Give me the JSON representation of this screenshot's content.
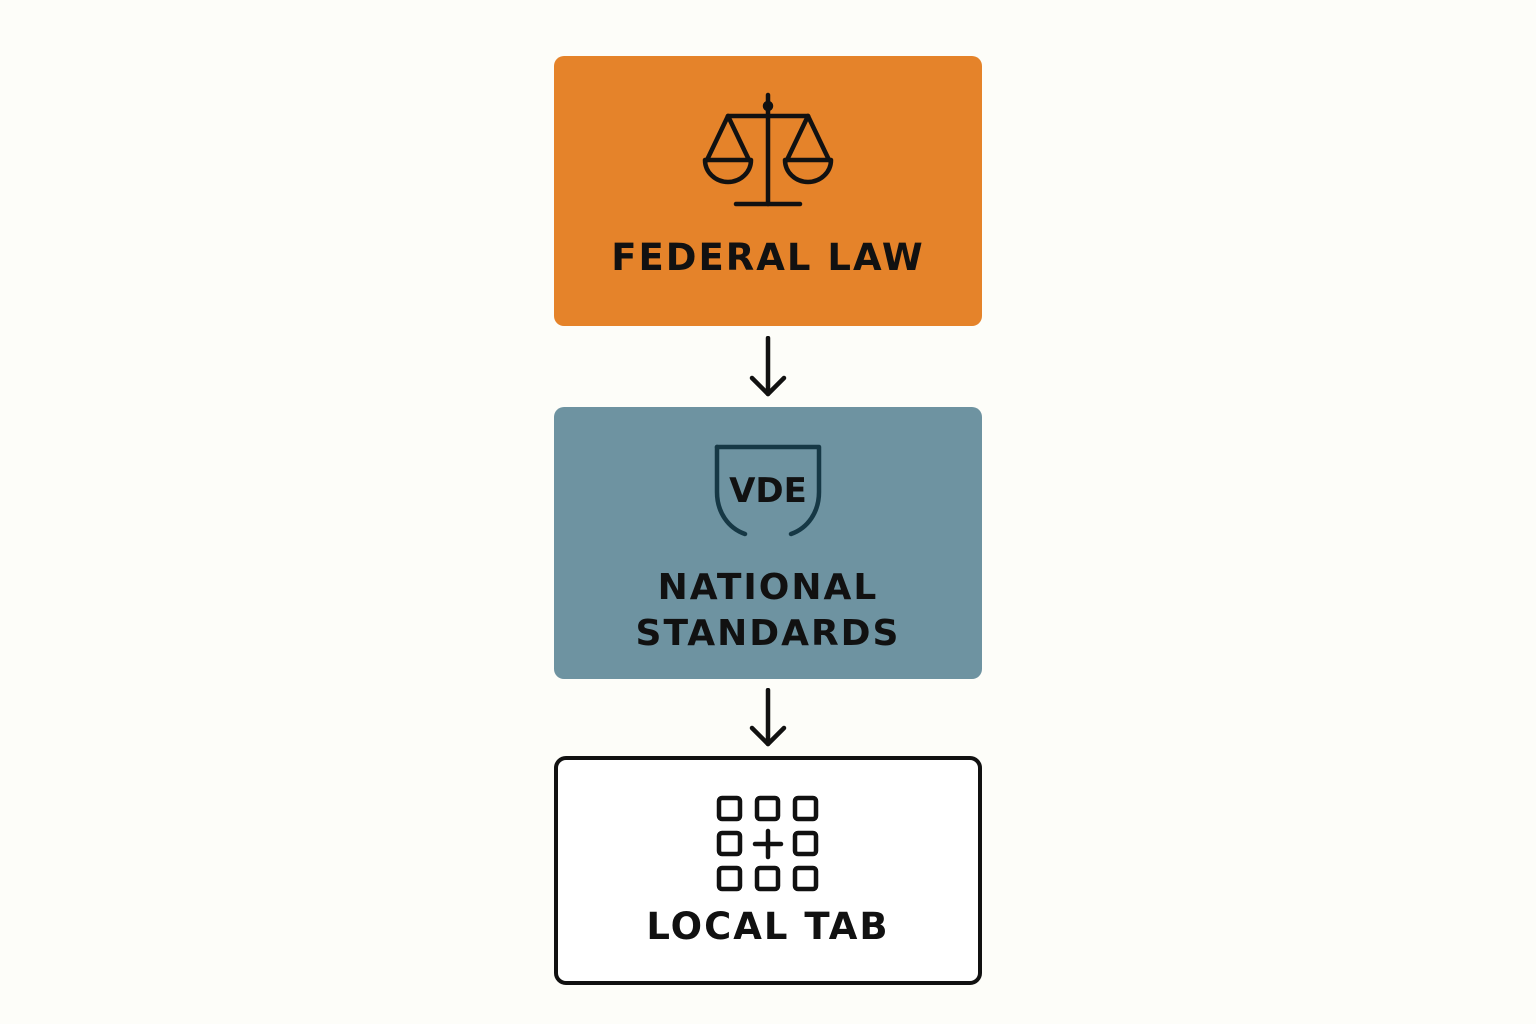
{
  "diagram": {
    "nodes": [
      {
        "id": "federal",
        "label": "FEDERAL LAW",
        "icon": "scales-of-justice-icon",
        "fill": "#e5832a"
      },
      {
        "id": "national",
        "label_line1": "NATIONAL",
        "label_line2": "STANDARDS",
        "icon": "shield-icon",
        "icon_text": "VDE",
        "fill": "#6e93a1"
      },
      {
        "id": "local",
        "label": "LOCAL TAB",
        "icon": "grid-plus-icon",
        "fill": "#ffffff",
        "border": "#111111"
      }
    ],
    "edges": [
      {
        "from": "federal",
        "to": "national"
      },
      {
        "from": "national",
        "to": "local"
      }
    ]
  }
}
